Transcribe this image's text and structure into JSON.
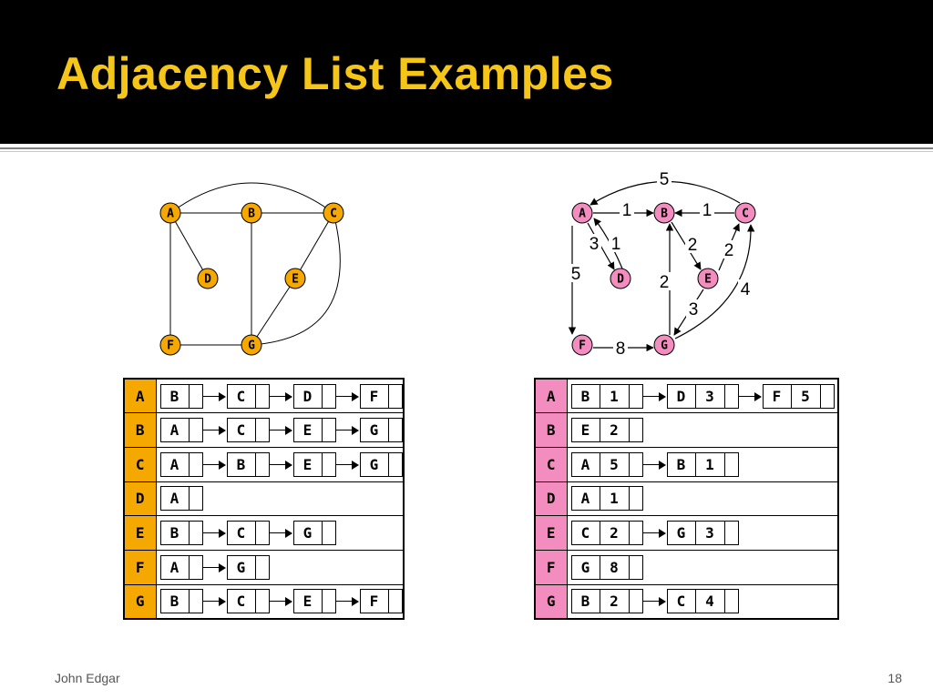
{
  "slide": {
    "title": "Adjacency List Examples",
    "author": "John Edgar",
    "page_number": "18"
  },
  "colors": {
    "title_bar": "#000000",
    "title_text": "#f5c518",
    "undirected_node": "#f5a800",
    "directed_node": "#f48dbf"
  },
  "undirected": {
    "nodes": [
      "A",
      "B",
      "C",
      "D",
      "E",
      "F",
      "G"
    ],
    "edges": [
      [
        "A",
        "B"
      ],
      [
        "B",
        "C"
      ],
      [
        "A",
        "C"
      ],
      [
        "A",
        "D"
      ],
      [
        "A",
        "F"
      ],
      [
        "F",
        "G"
      ],
      [
        "B",
        "G"
      ],
      [
        "C",
        "E"
      ],
      [
        "E",
        "G"
      ],
      [
        "C",
        "G"
      ]
    ],
    "list": [
      {
        "key": "A",
        "neighbors": [
          "B",
          "C",
          "D",
          "F"
        ]
      },
      {
        "key": "B",
        "neighbors": [
          "A",
          "C",
          "E",
          "G"
        ]
      },
      {
        "key": "C",
        "neighbors": [
          "A",
          "B",
          "E",
          "G"
        ]
      },
      {
        "key": "D",
        "neighbors": [
          "A"
        ]
      },
      {
        "key": "E",
        "neighbors": [
          "B",
          "C",
          "G"
        ]
      },
      {
        "key": "F",
        "neighbors": [
          "A",
          "G"
        ]
      },
      {
        "key": "G",
        "neighbors": [
          "B",
          "C",
          "E",
          "F"
        ]
      }
    ]
  },
  "directed": {
    "nodes": [
      "A",
      "B",
      "C",
      "D",
      "E",
      "F",
      "G"
    ],
    "edges": [
      {
        "from": "A",
        "to": "B",
        "weight": "1"
      },
      {
        "from": "C",
        "to": "B",
        "weight": "1"
      },
      {
        "from": "C",
        "to": "A",
        "weight": "5"
      },
      {
        "from": "A",
        "to": "D",
        "weight": "3"
      },
      {
        "from": "D",
        "to": "A",
        "weight": "1"
      },
      {
        "from": "A",
        "to": "F",
        "weight": "5"
      },
      {
        "from": "B",
        "to": "E",
        "weight": "2"
      },
      {
        "from": "E",
        "to": "C",
        "weight": "2"
      },
      {
        "from": "G",
        "to": "B",
        "weight": "2"
      },
      {
        "from": "E",
        "to": "G",
        "weight": "3"
      },
      {
        "from": "G",
        "to": "C",
        "weight": "4"
      },
      {
        "from": "F",
        "to": "G",
        "weight": "8"
      }
    ],
    "list": [
      {
        "key": "A",
        "neighbors": [
          [
            "B",
            "1"
          ],
          [
            "D",
            "3"
          ],
          [
            "F",
            "5"
          ]
        ]
      },
      {
        "key": "B",
        "neighbors": [
          [
            "E",
            "2"
          ]
        ]
      },
      {
        "key": "C",
        "neighbors": [
          [
            "A",
            "5"
          ],
          [
            "B",
            "1"
          ]
        ]
      },
      {
        "key": "D",
        "neighbors": [
          [
            "A",
            "1"
          ]
        ]
      },
      {
        "key": "E",
        "neighbors": [
          [
            "C",
            "2"
          ],
          [
            "G",
            "3"
          ]
        ]
      },
      {
        "key": "F",
        "neighbors": [
          [
            "G",
            "8"
          ]
        ]
      },
      {
        "key": "G",
        "neighbors": [
          [
            "B",
            "2"
          ],
          [
            "C",
            "4"
          ]
        ]
      }
    ]
  }
}
